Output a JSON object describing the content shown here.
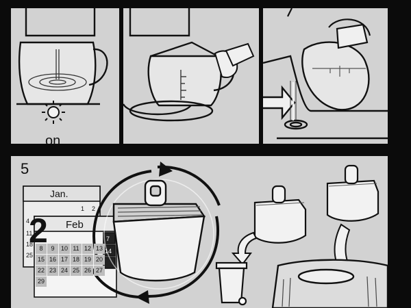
{
  "step1": {
    "label": "on"
  },
  "step5": {
    "number": "5",
    "big_number": "2",
    "calendar": {
      "month1": "Jan.",
      "month1_days": [
        "1",
        "2"
      ],
      "month2": "Feb",
      "side_numbers": [
        "4",
        "11",
        "18",
        "25"
      ],
      "days": [
        "8",
        "9",
        "10",
        "11",
        "12",
        "13",
        "15",
        "16",
        "17",
        "18",
        "19",
        "20",
        "22",
        "23",
        "24",
        "25",
        "26",
        "27",
        "29"
      ],
      "right_column": [
        "7",
        "14"
      ]
    }
  }
}
